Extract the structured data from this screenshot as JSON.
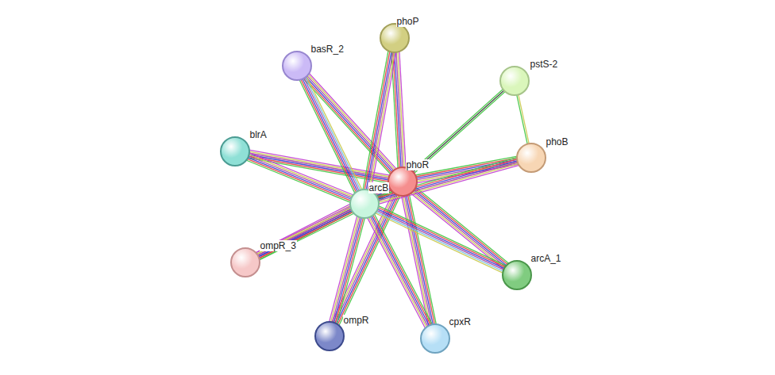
{
  "diagram": {
    "nodes": [
      {
        "text": [
          "phoP"
        ]
      },
      {
        "text": [
          "basR_2"
        ]
      },
      {
        "text": [
          "pstS-2"
        ]
      },
      {
        "text": [
          "blrA"
        ]
      },
      {
        "text": [
          "phoR"
        ]
      },
      {
        "text": [
          "arcB"
        ]
      },
      {
        "text": [
          "phoB"
        ]
      },
      {
        "text": [
          "ompR_3"
        ]
      },
      {
        "text": [
          "arcA_1"
        ]
      },
      {
        "text": [
          "ompR"
        ]
      },
      {
        "text": [
          "cpxR"
        ]
      }
    ],
    "edges": [
      {
        "from": 4,
        "to": 0,
        "arrow": "none"
      },
      {
        "from": 4,
        "to": 1,
        "arrow": "none"
      },
      {
        "from": 4,
        "to": 2,
        "arrow": "none"
      },
      {
        "from": 4,
        "to": 3,
        "arrow": "none"
      },
      {
        "from": 4,
        "to": 5,
        "arrow": "none"
      },
      {
        "from": 4,
        "to": 6,
        "arrow": "none"
      },
      {
        "from": 4,
        "to": 7,
        "arrow": "none"
      },
      {
        "from": 4,
        "to": 8,
        "arrow": "none"
      },
      {
        "from": 4,
        "to": 9,
        "arrow": "none"
      },
      {
        "from": 4,
        "to": 10,
        "arrow": "none"
      },
      {
        "from": 5,
        "to": 0,
        "arrow": "none"
      },
      {
        "from": 5,
        "to": 1,
        "arrow": "none"
      },
      {
        "from": 5,
        "to": 3,
        "arrow": "none"
      },
      {
        "from": 5,
        "to": 6,
        "arrow": "none"
      },
      {
        "from": 5,
        "to": 7,
        "arrow": "none"
      },
      {
        "from": 5,
        "to": 8,
        "arrow": "none"
      },
      {
        "from": 5,
        "to": 9,
        "arrow": "none"
      },
      {
        "from": 5,
        "to": 10,
        "arrow": "none"
      },
      {
        "from": 2,
        "to": 6,
        "arrow": "none"
      }
    ]
  }
}
